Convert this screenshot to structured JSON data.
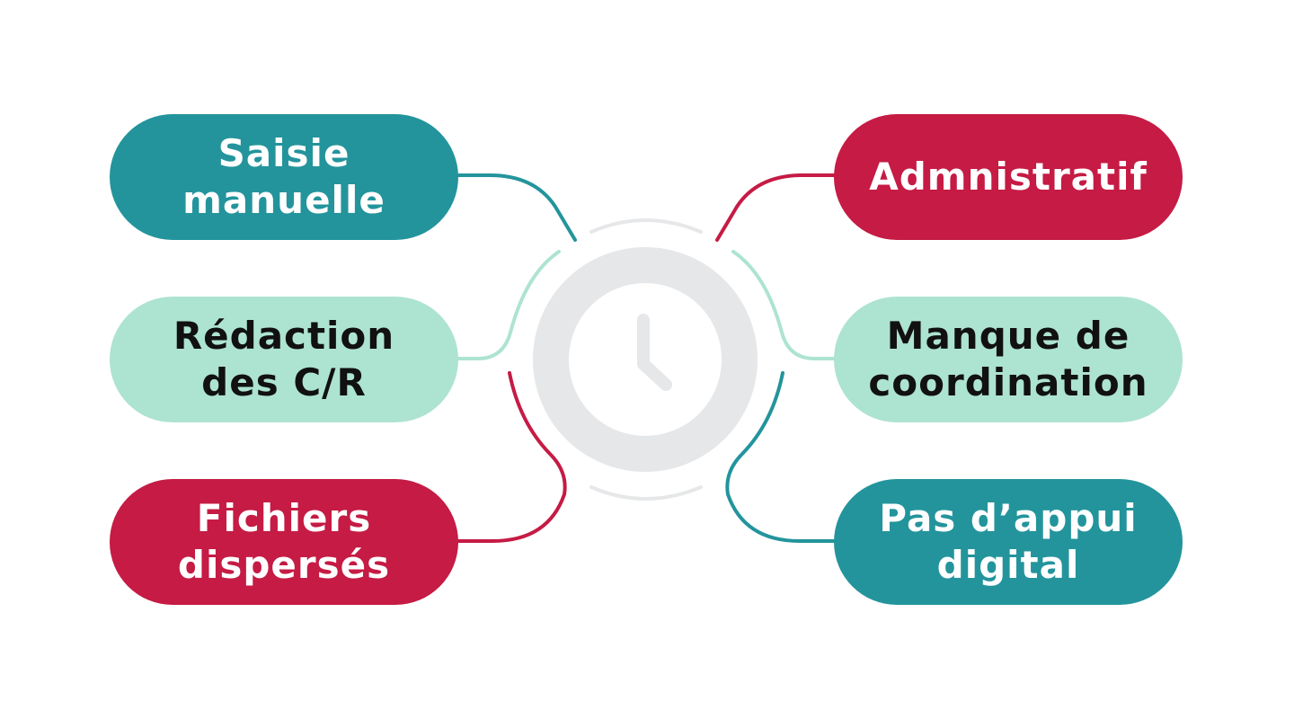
{
  "diagram": {
    "left_nodes": [
      {
        "label": "Saisie manuelle",
        "color": "teal"
      },
      {
        "label": "Rédaction des C/R",
        "color": "mint"
      },
      {
        "label": "Fichiers dispersés",
        "color": "red"
      }
    ],
    "right_nodes": [
      {
        "label": "Admnistratif",
        "color": "red"
      },
      {
        "label": "Manque de coordination",
        "color": "mint"
      },
      {
        "label": "Pas d’appui digital",
        "color": "teal"
      }
    ],
    "center_icon": "clock-icon"
  },
  "colors": {
    "teal": "#23949c",
    "mint": "#ade3d1",
    "red": "#c51b44",
    "clock_gray": "#e6e7e9",
    "arc_gray": "#e6e7e9"
  }
}
